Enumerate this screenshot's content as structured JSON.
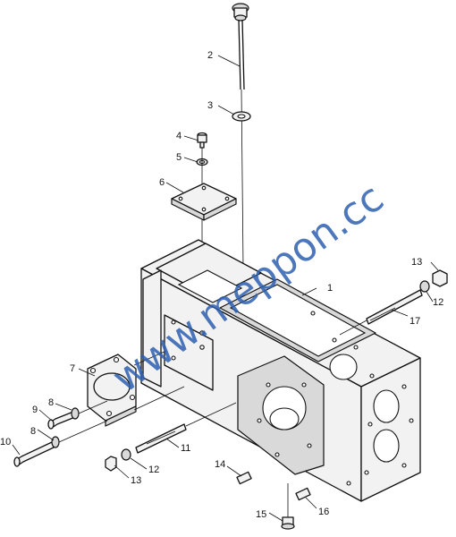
{
  "watermark": "www.meppon.cc",
  "callouts": [
    {
      "id": "c1",
      "label": "1"
    },
    {
      "id": "c2",
      "label": "2"
    },
    {
      "id": "c3",
      "label": "3"
    },
    {
      "id": "c4",
      "label": "4"
    },
    {
      "id": "c5",
      "label": "5"
    },
    {
      "id": "c6",
      "label": "6"
    },
    {
      "id": "c7",
      "label": "7"
    },
    {
      "id": "c8a",
      "label": "8"
    },
    {
      "id": "c8b",
      "label": "8"
    },
    {
      "id": "c9",
      "label": "9"
    },
    {
      "id": "c10",
      "label": "10"
    },
    {
      "id": "c11",
      "label": "11"
    },
    {
      "id": "c12a",
      "label": "12"
    },
    {
      "id": "c12b",
      "label": "12"
    },
    {
      "id": "c13a",
      "label": "13"
    },
    {
      "id": "c13b",
      "label": "13"
    },
    {
      "id": "c14",
      "label": "14"
    },
    {
      "id": "c15",
      "label": "15"
    },
    {
      "id": "c16",
      "label": "16"
    },
    {
      "id": "c17",
      "label": "17"
    }
  ],
  "colors": {
    "line": "#111111",
    "watermark": "#2d5fb0"
  }
}
